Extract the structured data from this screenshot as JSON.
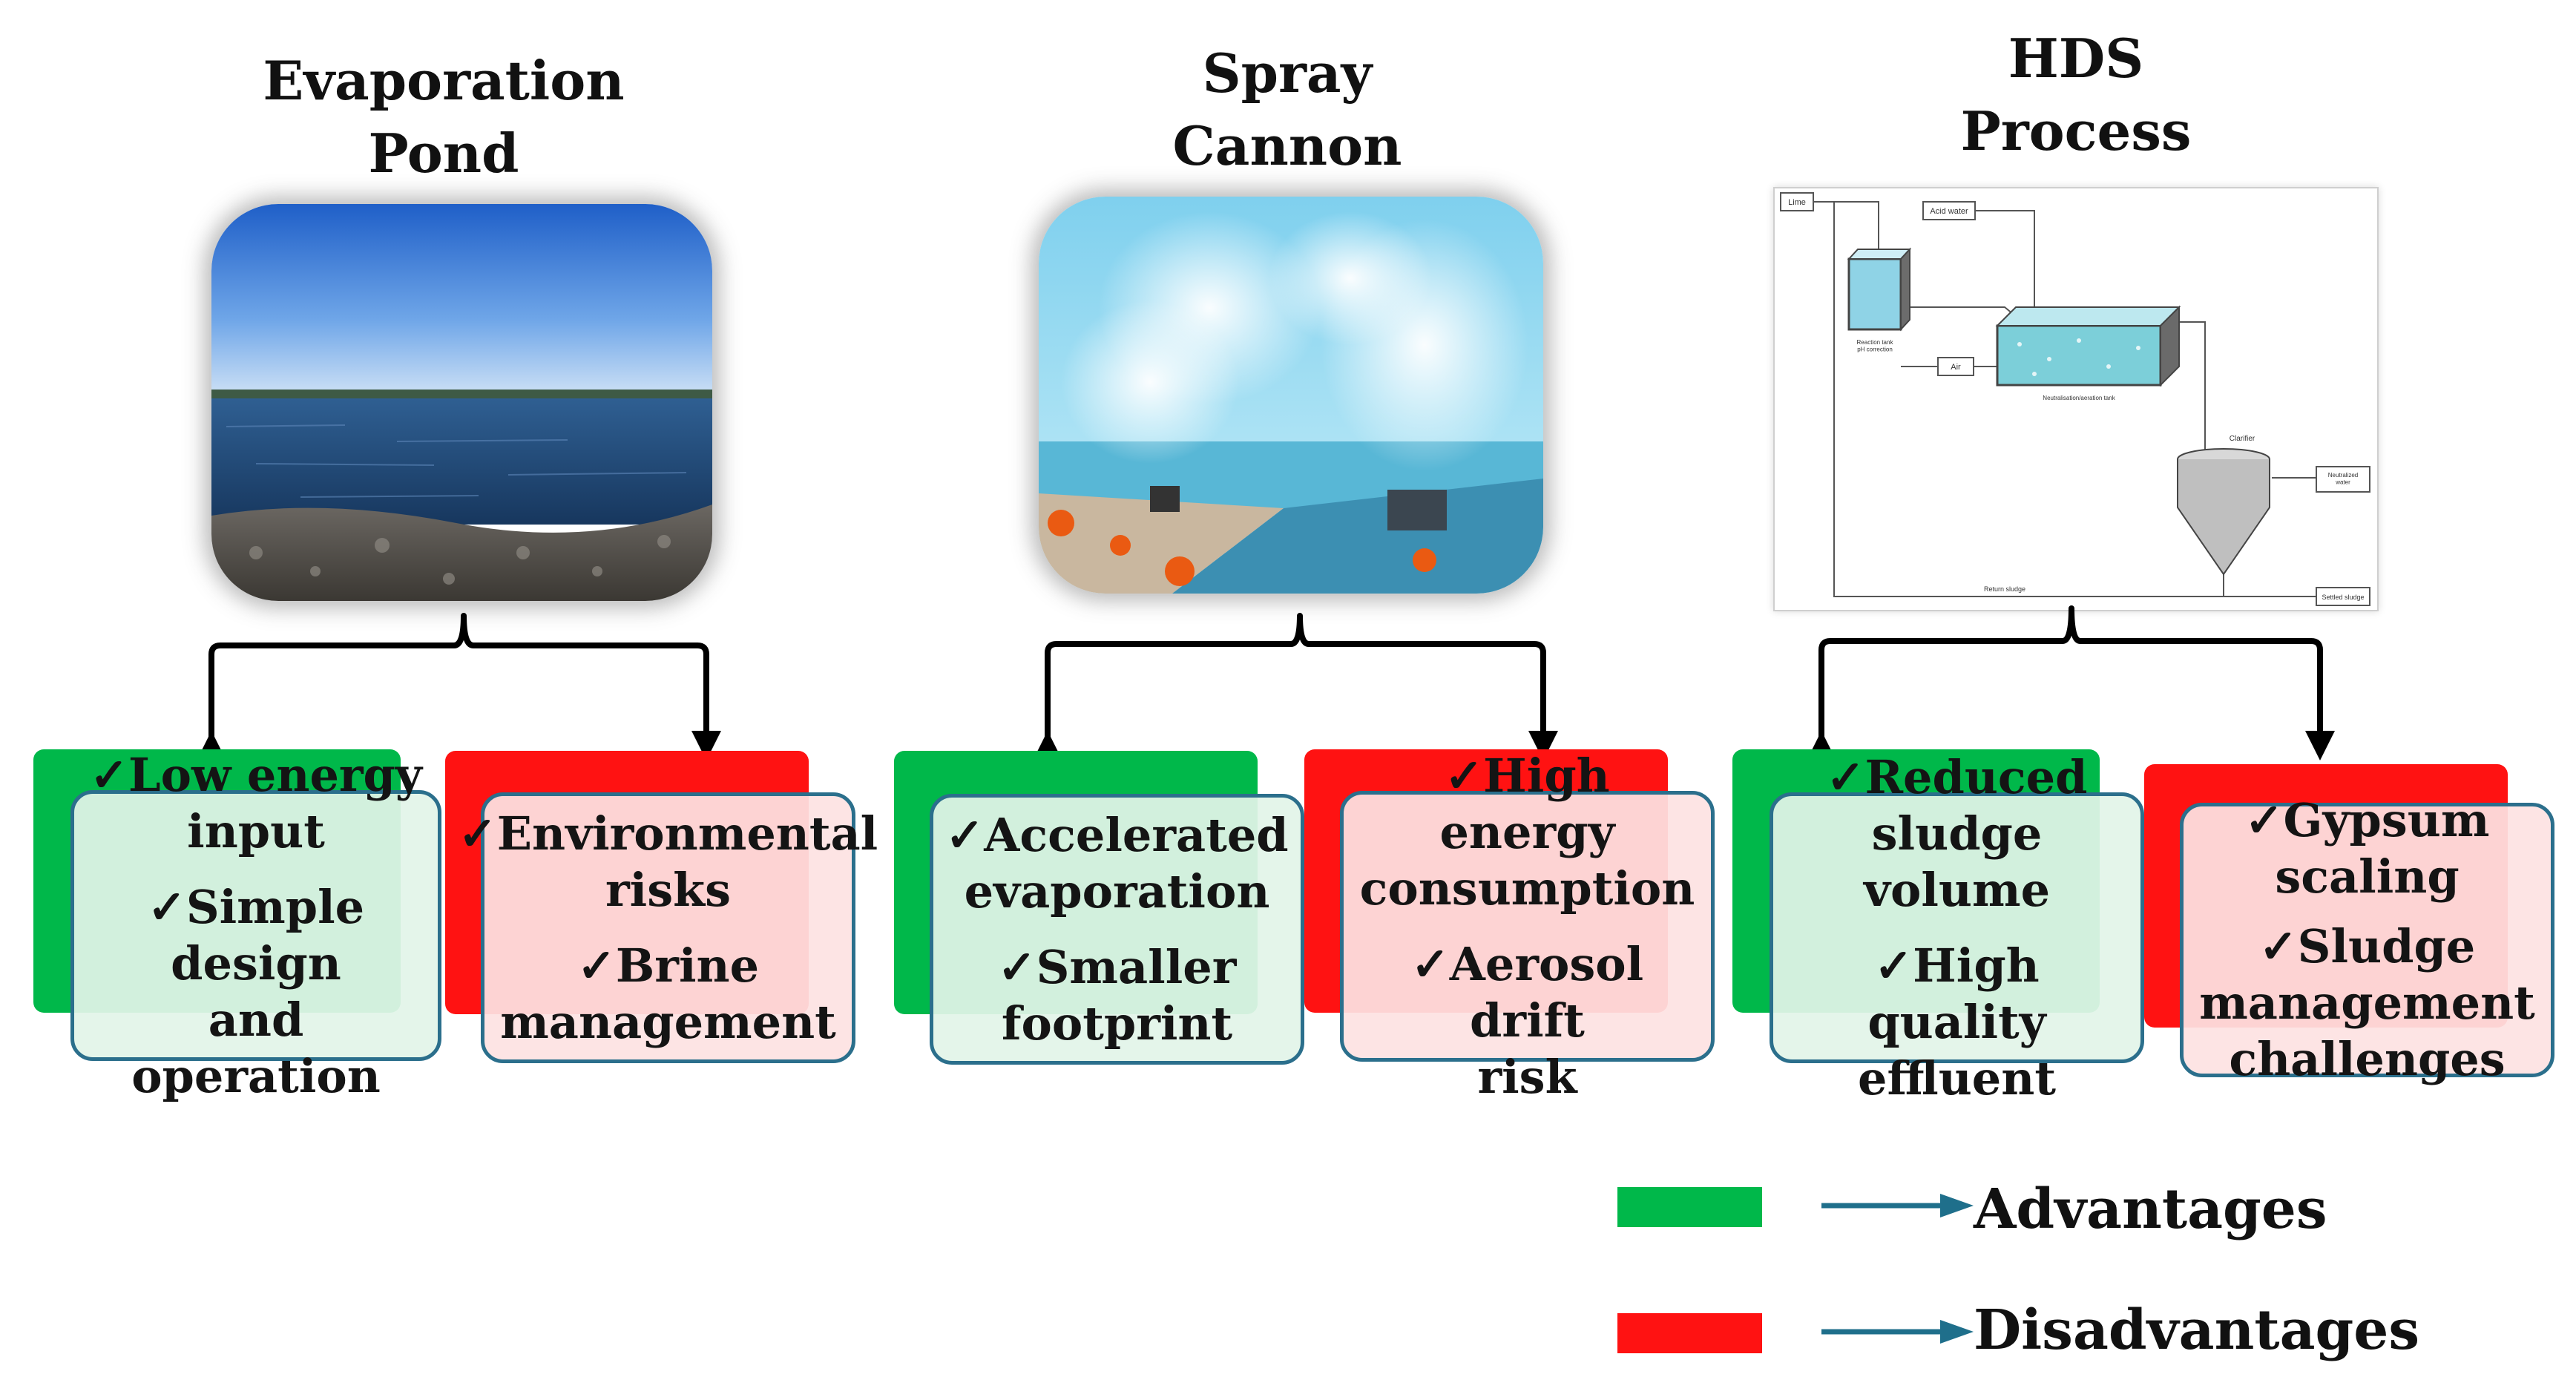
{
  "methods": [
    {
      "title": "Evaporation\nPond",
      "advantages": [
        "✓Low energy\ninput",
        "✓Simple design\nand operation"
      ],
      "disadvantages": [
        "✓Environmental\nrisks",
        "✓Brine\nmanagement"
      ]
    },
    {
      "title": "Spray\nCannon",
      "advantages": [
        "✓Accelerated\nevaporation",
        "✓Smaller\nfootprint"
      ],
      "disadvantages": [
        "✓High energy\nconsumption",
        "✓Aerosol drift\nrisk"
      ]
    },
    {
      "title": "HDS\nProcess",
      "advantages": [
        "✓Reduced\nsludge volume",
        "✓High quality\neffluent"
      ],
      "disadvantages": [
        "✓Gypsum scaling",
        "✓Sludge\nmanagement\nchallenges"
      ]
    }
  ],
  "hds_diagram": {
    "lime": "Lime",
    "acid_water": "Acid water",
    "reaction_tank": "Reaction tank\npH correction",
    "air": "Air",
    "neutralization_tank": "Neutralisation/aeration tank",
    "clarifier": "Clarifier",
    "neutralized_water": "Neutralized\nwater",
    "return_sludge": "Return sludge",
    "settled_sludge": "Settled sludge"
  },
  "legend": {
    "advantages": "Advantages",
    "disadvantages": "Disadvantages"
  },
  "colors": {
    "advantage": "#00b84a",
    "disadvantage": "#ff1212",
    "card_border": "#2b6f8c",
    "legend_arrow": "#1f6f8b"
  }
}
